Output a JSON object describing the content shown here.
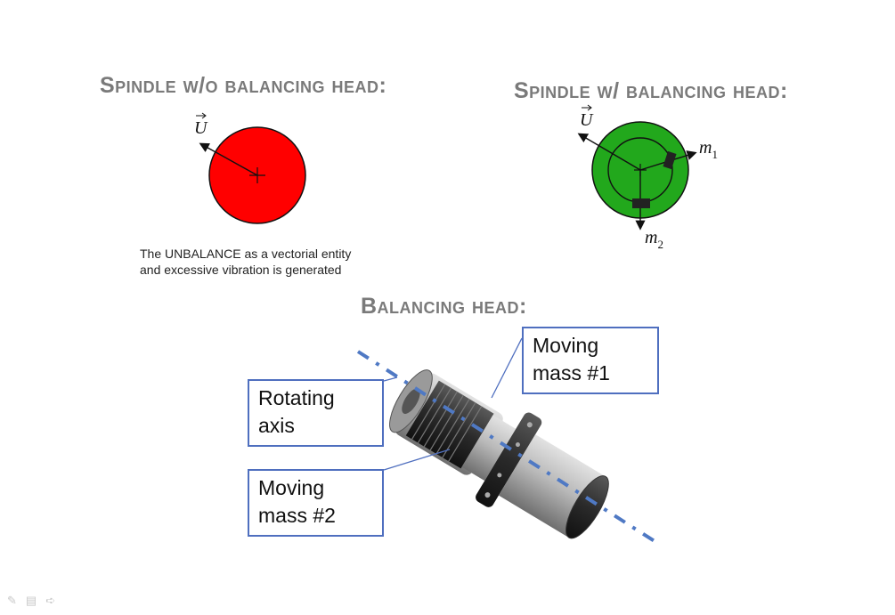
{
  "slide": {
    "heading_left": "Spindle w/o balancing head:",
    "heading_right": "Spindle w/ balancing head:",
    "heading_bottom": "Balancing head:",
    "caption_line1": "The UNBALANCE as a vectorial entity",
    "caption_line2": "and excessive vibration is generated"
  },
  "diagram_left": {
    "vector_label": "U",
    "disc_color": "#ff0000"
  },
  "diagram_right": {
    "vector_label": "U",
    "mass1_label": "m",
    "mass1_sub": "1",
    "mass2_label": "m",
    "mass2_sub": "2",
    "disc_color": "#22a81c"
  },
  "callouts": {
    "rotating_axis_line1": "Rotating",
    "rotating_axis_line2": "axis",
    "moving_mass1_line1": "Moving",
    "moving_mass1_line2": "mass #1",
    "moving_mass2_line1": "Moving",
    "moving_mass2_line2": "mass #2",
    "border_color": "#4f6fbf"
  },
  "toolbar": {
    "icons": [
      "pen-icon",
      "menu-icon",
      "next-arrow-icon"
    ]
  }
}
